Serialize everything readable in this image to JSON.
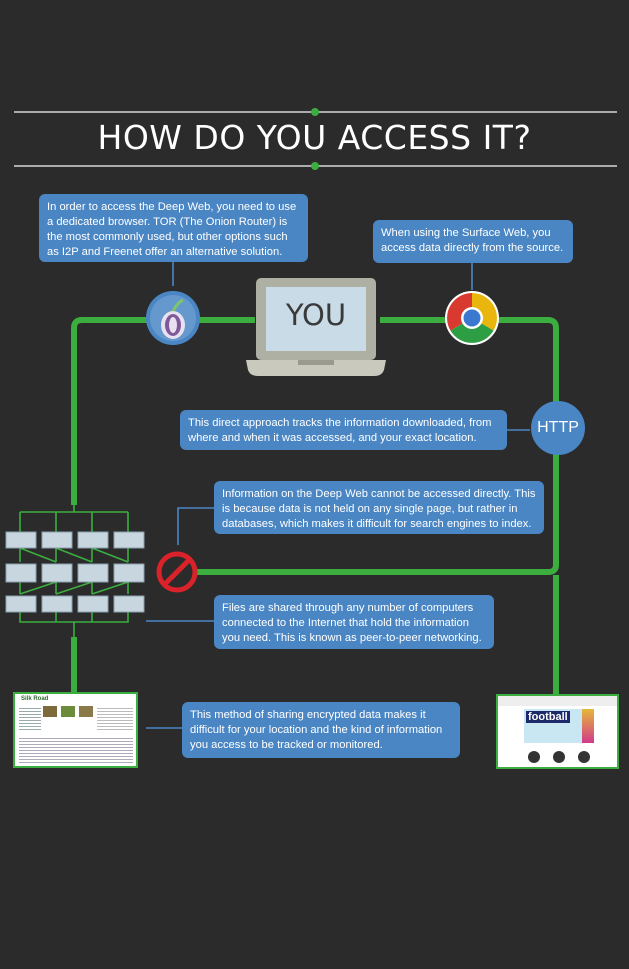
{
  "title": "HOW DO YOU ACCESS IT?",
  "laptop_label": "YOU",
  "http_label": "HTTP",
  "bubbles": {
    "tor": "In order to access the Deep Web, you need to use a dedicated browser. TOR (The Onion Router) is the most commonly used, but other options such as I2P and Freenet offer an alternative solution.",
    "surface": "When using the Surface Web, you access data directly from the source.",
    "direct": "This direct approach tracks the information downloaded, from where and when it was accessed, and your exact location.",
    "deep": "Information on the Deep Web cannot be accessed directly. This is because data is not held on any single page, but rather in databases, which makes it difficult for search engines to index.",
    "p2p": "Files are shared through any number of computers connected to the Internet that hold the information you need. This is known as peer-to-peer networking.",
    "encrypted": "This method of sharing encrypted data makes it difficult for your location and the kind of information you access to be tracked or monitored."
  },
  "silk_road": {
    "logo_text": "Silk Road"
  },
  "football": {
    "logo_text": "football"
  },
  "colors": {
    "background": "#2b2b2b",
    "line": "#3cae3f",
    "bubble": "#4a86c4",
    "block": "#d9222a"
  }
}
